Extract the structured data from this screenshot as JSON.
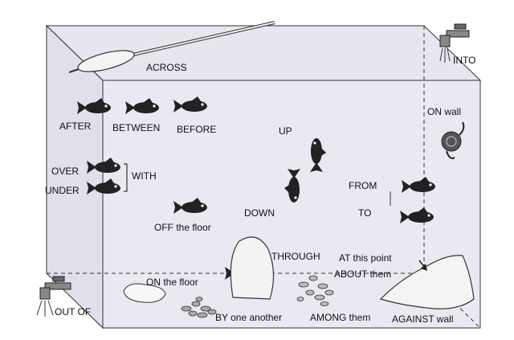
{
  "labels": {
    "across": "ACROSS",
    "into": "INTO",
    "after": "AFTER",
    "between": "BETWEEN",
    "before": "BEFORE",
    "up": "UP",
    "on_wall": "ON wall",
    "over": "OVER",
    "under": "UNDER",
    "with": "WITH",
    "from": "FROM",
    "to": "TO",
    "down": "DOWN",
    "off_floor": "OFF the floor",
    "through": "THROUGH",
    "at_this_point": "AT this point",
    "about_them": "ABOUT them",
    "on_floor": "ON the floor",
    "out_of": "OUT OF",
    "by_one_another": "BY one another",
    "among_them": "AMONG them",
    "against_wall": "AGAINST wall"
  },
  "colors": {
    "ink": "#222222",
    "tank_fill": "#ece8f2",
    "tank_back": "#e4e0ec",
    "background": "#ffffff"
  }
}
